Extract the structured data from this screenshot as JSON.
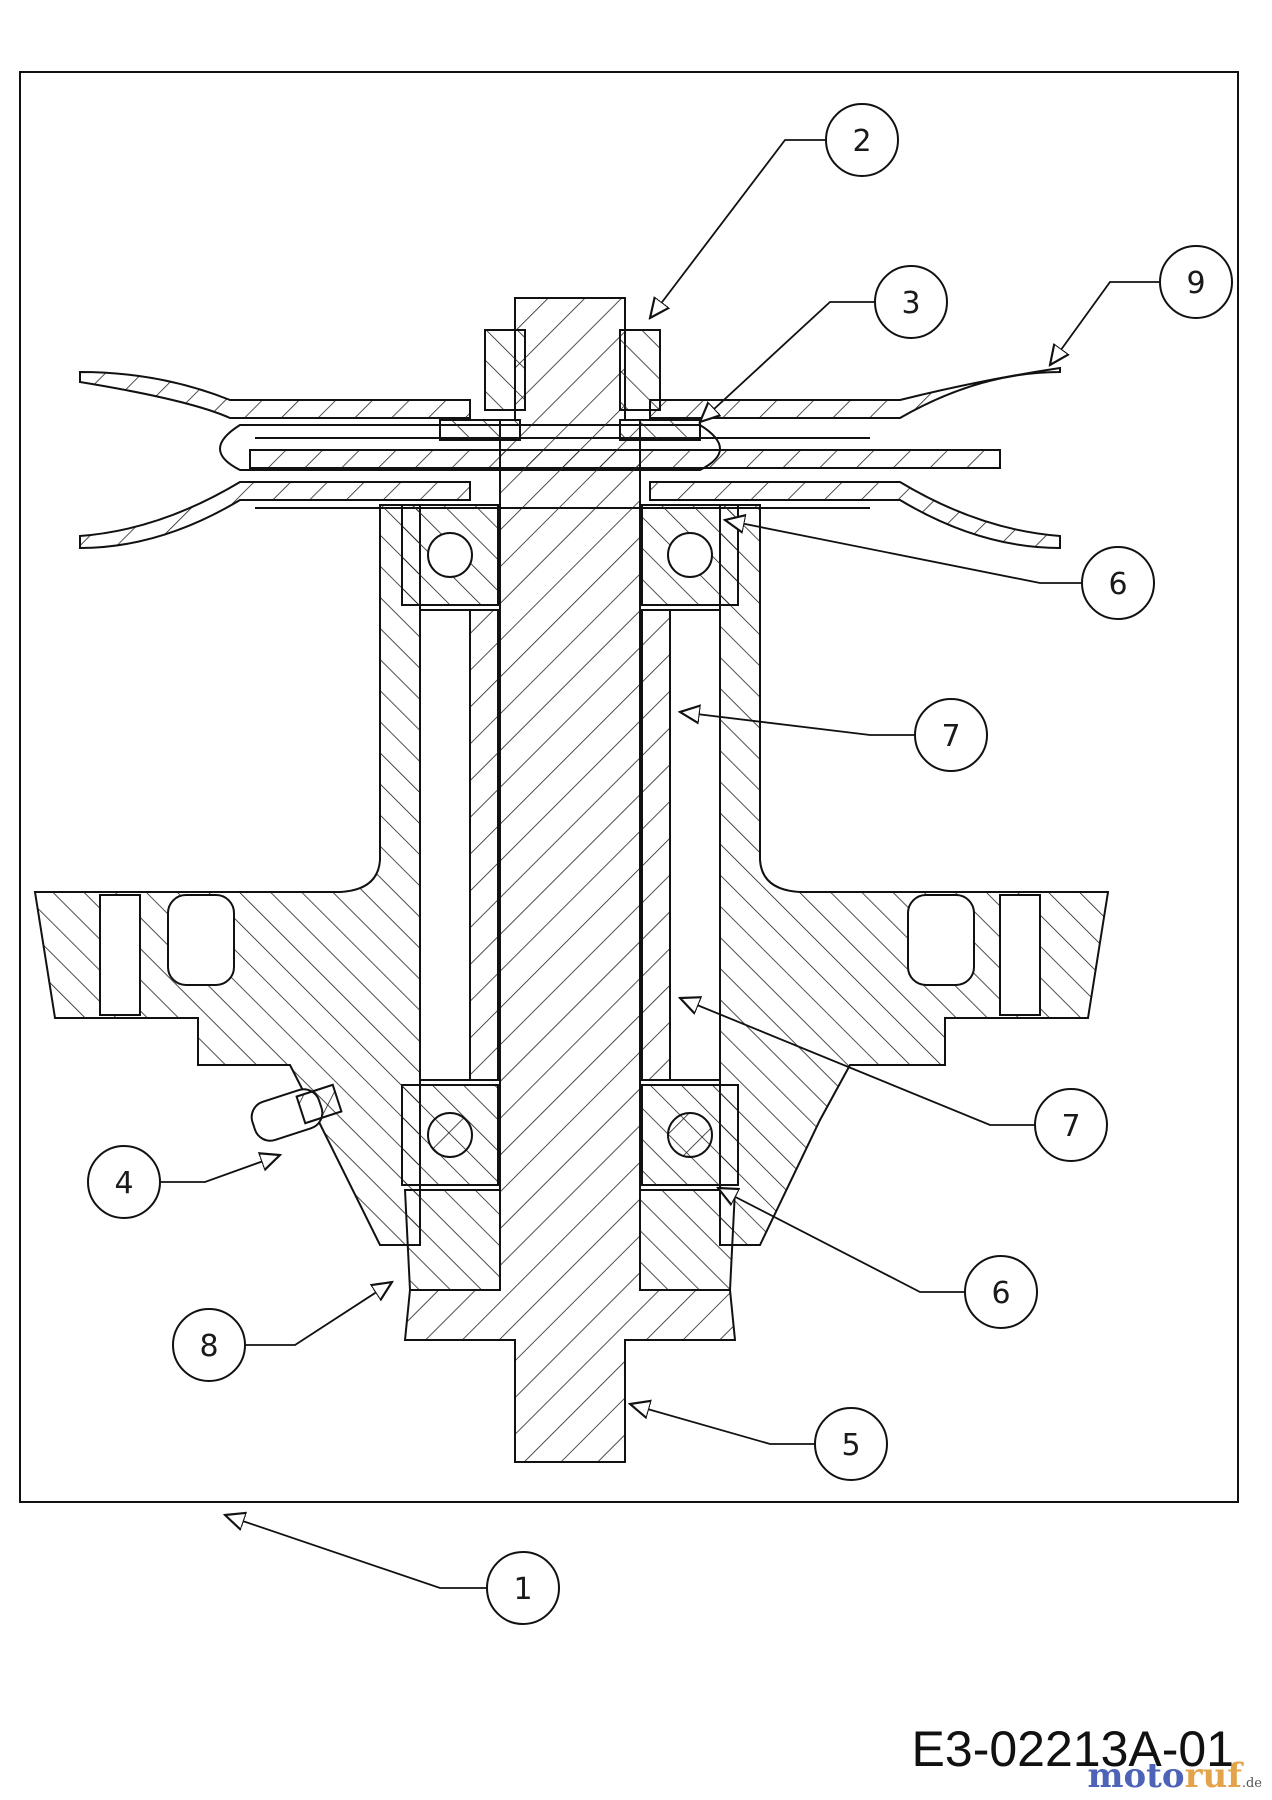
{
  "document_code": "E3-02213A-01",
  "watermark": {
    "part1": "moto",
    "part2": "ruf",
    "suffix": ".de"
  },
  "callouts": [
    {
      "num": "2"
    },
    {
      "num": "3"
    },
    {
      "num": "9"
    },
    {
      "num": "6"
    },
    {
      "num": "7"
    },
    {
      "num": "7"
    },
    {
      "num": "4"
    },
    {
      "num": "6"
    },
    {
      "num": "8"
    },
    {
      "num": "5"
    },
    {
      "num": "1"
    }
  ]
}
